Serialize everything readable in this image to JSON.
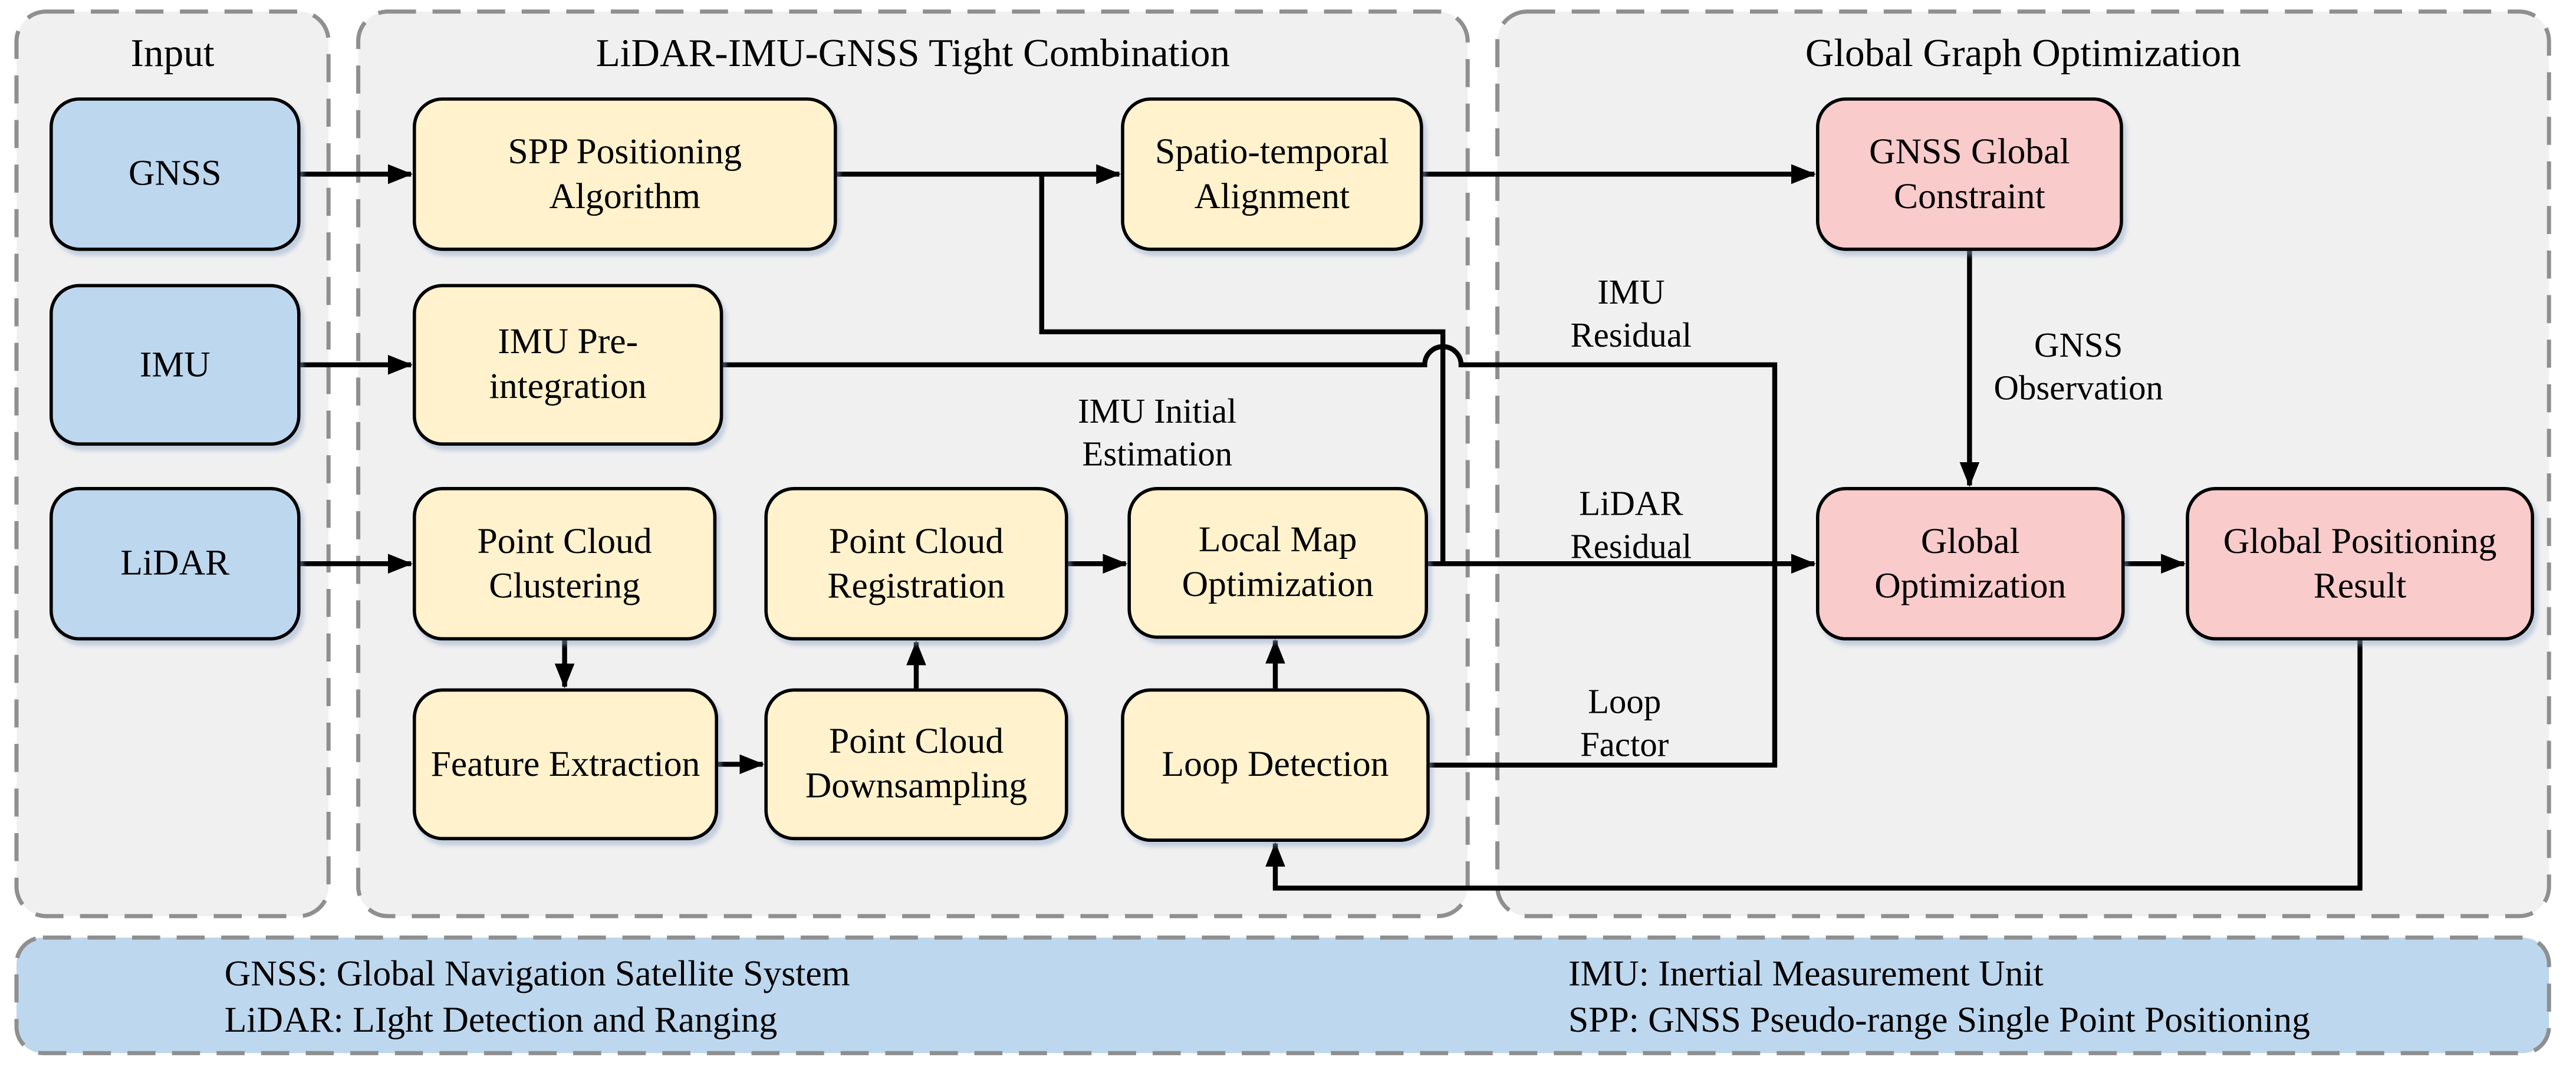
{
  "panels": {
    "input": {
      "title": "Input"
    },
    "tight": {
      "title": "LiDAR-IMU-GNSS Tight Combination"
    },
    "global": {
      "title": "Global Graph Optimization"
    }
  },
  "nodes": {
    "gnss": {
      "label": "GNSS"
    },
    "imu": {
      "label": "IMU"
    },
    "lidar": {
      "label": "LiDAR"
    },
    "spp": {
      "label": "SPP Positioning Algorithm"
    },
    "spatio": {
      "label": "Spatio-temporal Alignment"
    },
    "imu_pre": {
      "label": "IMU Pre-integration"
    },
    "pc_clustering": {
      "label": "Point Cloud Clustering"
    },
    "pc_registration": {
      "label": "Point Cloud Registration"
    },
    "local_map": {
      "label": "Local Map Optimization"
    },
    "feature_extraction": {
      "label": "Feature Extraction"
    },
    "pc_downsampling": {
      "label": "Point Cloud Downsampling"
    },
    "loop_detection": {
      "label": "Loop Detection"
    },
    "gnss_constraint": {
      "label": "GNSS Global Constraint"
    },
    "global_opt": {
      "label": "Global Optimization"
    },
    "global_result": {
      "label": "Global Positioning Result"
    }
  },
  "edge_labels": {
    "imu_initial": "IMU Initial Estimation",
    "imu_residual": "IMU Residual",
    "lidar_residual": "LiDAR Residual",
    "loop_factor": "Loop Factor",
    "gnss_observation": "GNSS Observation"
  },
  "legend": {
    "items": [
      "GNSS: Global Navigation Satellite System",
      "LiDAR: LIght Detection and Ranging",
      "IMU: Inertial Measurement Unit",
      "SPP: GNSS Pseudo-range Single Point Positioning"
    ]
  },
  "colors": {
    "input_box": "#BDD7EE",
    "process_box": "#FFF2CC",
    "global_box": "#FACBCB",
    "panel_fill": "#F0F0F0",
    "legend_fill": "#BDD7EE",
    "dash_border": "#8F8F8F",
    "line": "#000000"
  }
}
